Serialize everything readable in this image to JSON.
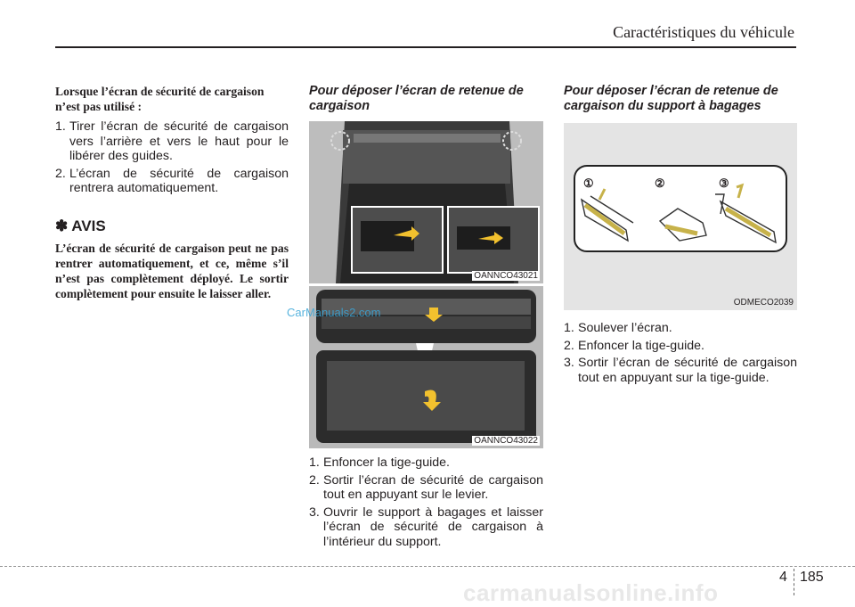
{
  "header": {
    "title": "Caractéristiques du véhicule"
  },
  "col1": {
    "intro": "Lorsque l’écran de sécurité de cargaison n’est pas utilisé :",
    "steps": [
      {
        "num": "1.",
        "text": "Tirer l’écran de sécurité de cargaison vers l’arrière et vers le haut pour le libérer des guides."
      },
      {
        "num": "2.",
        "text": "L’écran de sécurité de cargaison rentrera automatiquement."
      }
    ],
    "avis_icon": "✽",
    "avis_title": "AVIS",
    "avis_text": "L’écran de sécurité de cargaison peut ne pas rentrer automatiquement, et ce, même s’il n’est pas complètement déployé. Le sortir complètement pour ensuite le laisser aller."
  },
  "col2": {
    "title": "Pour déposer l’écran de retenue de cargaison",
    "figure1_code": "OANNCO43021",
    "figure2_code": "OANNCO43022",
    "steps": [
      {
        "num": "1.",
        "text": "Enfoncer la tige-guide."
      },
      {
        "num": "2.",
        "text": "Sortir l’écran de sécurité de cargaison tout en appuyant sur le levier."
      },
      {
        "num": "3.",
        "text": "Ouvrir le support à bagages et laisser l’écran de sécurité de cargaison à l’intérieur du support."
      }
    ]
  },
  "col3": {
    "title": "Pour déposer l’écran de retenue de cargaison du support à bagages",
    "figure_code": "ODMECO2039",
    "diagram_numbers": [
      "①",
      "②",
      "③"
    ],
    "steps": [
      {
        "num": "1.",
        "text": "Soulever l’écran."
      },
      {
        "num": "2.",
        "text": "Enfoncer la tige-guide."
      },
      {
        "num": "3.",
        "text": "Sortir l’écran de sécurité de cargaison tout en appuyant sur la tige-guide."
      }
    ]
  },
  "watermark": "CarManuals2.com",
  "footer": {
    "chapter": "4",
    "page": "185",
    "site": "carmanualsonline.info"
  }
}
